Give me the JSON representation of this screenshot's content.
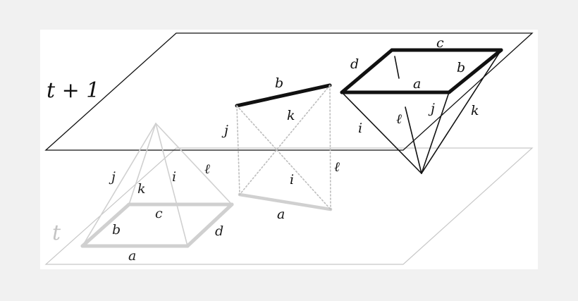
{
  "colors": {
    "background": "#f1f1f1",
    "panel": "#ffffff",
    "plane_top": "#111111",
    "plane_bottom": "#c8c8c8",
    "light_edges": "#d0d0d0",
    "dark_edges": "#111111",
    "dotted_edges": "#bdbdbd"
  },
  "planes": {
    "top_label": "t + 1",
    "bottom_label": "t"
  },
  "left_pyramid": {
    "edge_labels": {
      "a": "a",
      "b": "b",
      "c": "c",
      "d": "d",
      "i": "i",
      "j": "j",
      "k": "k",
      "l": "ℓ"
    }
  },
  "middle_figure": {
    "edge_labels": {
      "a": "a",
      "b": "b",
      "i": "i",
      "j": "j",
      "k": "k",
      "l": "ℓ"
    }
  },
  "right_pyramid": {
    "edge_labels": {
      "a": "a",
      "b": "b",
      "c": "c",
      "d": "d",
      "i": "i",
      "j": "j",
      "k": "k",
      "l": "ℓ"
    }
  }
}
